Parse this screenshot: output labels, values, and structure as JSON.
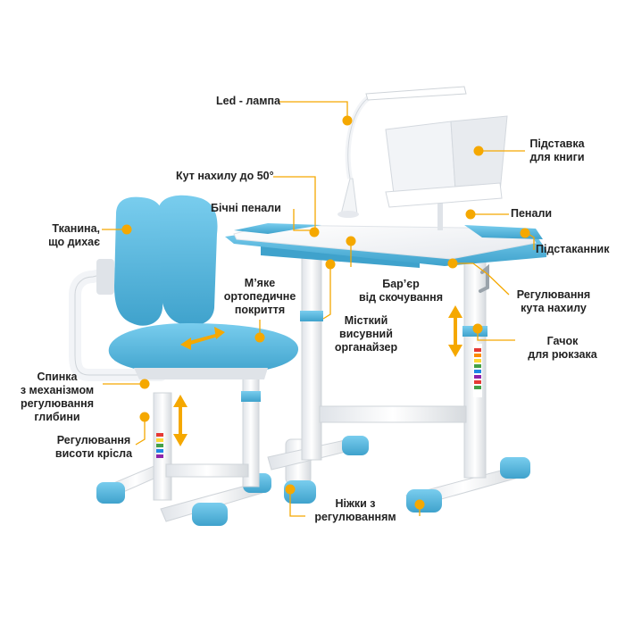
{
  "colors": {
    "accent": "#f5a800",
    "blue": "#5bbde3",
    "blue_dark": "#3fa2cc",
    "frame": "#f2f3f5",
    "text": "#222222"
  },
  "labels": {
    "led_lamp": "Led - лампа",
    "tilt_angle": "Кут нахилу до 50°",
    "side_cases": "Бічні пенали",
    "book_stand": [
      "Підставка",
      "для книги"
    ],
    "pencil_cases": "Пенали",
    "cup_holder": "Підстаканник",
    "breathable_fabric": [
      "Тканина,",
      "що дихає"
    ],
    "soft_cover": [
      "М’яке",
      "ортопедичне",
      "покриття"
    ],
    "anti_slip_barrier": [
      "Бар’єр",
      "від скочування"
    ],
    "drawer": [
      "Місткий",
      "висувний",
      "органайзер"
    ],
    "tilt_adjust": [
      "Регулювання",
      "кута нахилу"
    ],
    "backpack_hook": [
      "Гачок",
      "для рюкзака"
    ],
    "backrest_depth": [
      "Спинка",
      "з механізмом",
      "регулювання",
      "глибини"
    ],
    "chair_height": [
      "Регулювання",
      "висоти крісла"
    ],
    "adjustable_legs": [
      "Ніжки з",
      "регулюванням"
    ]
  }
}
